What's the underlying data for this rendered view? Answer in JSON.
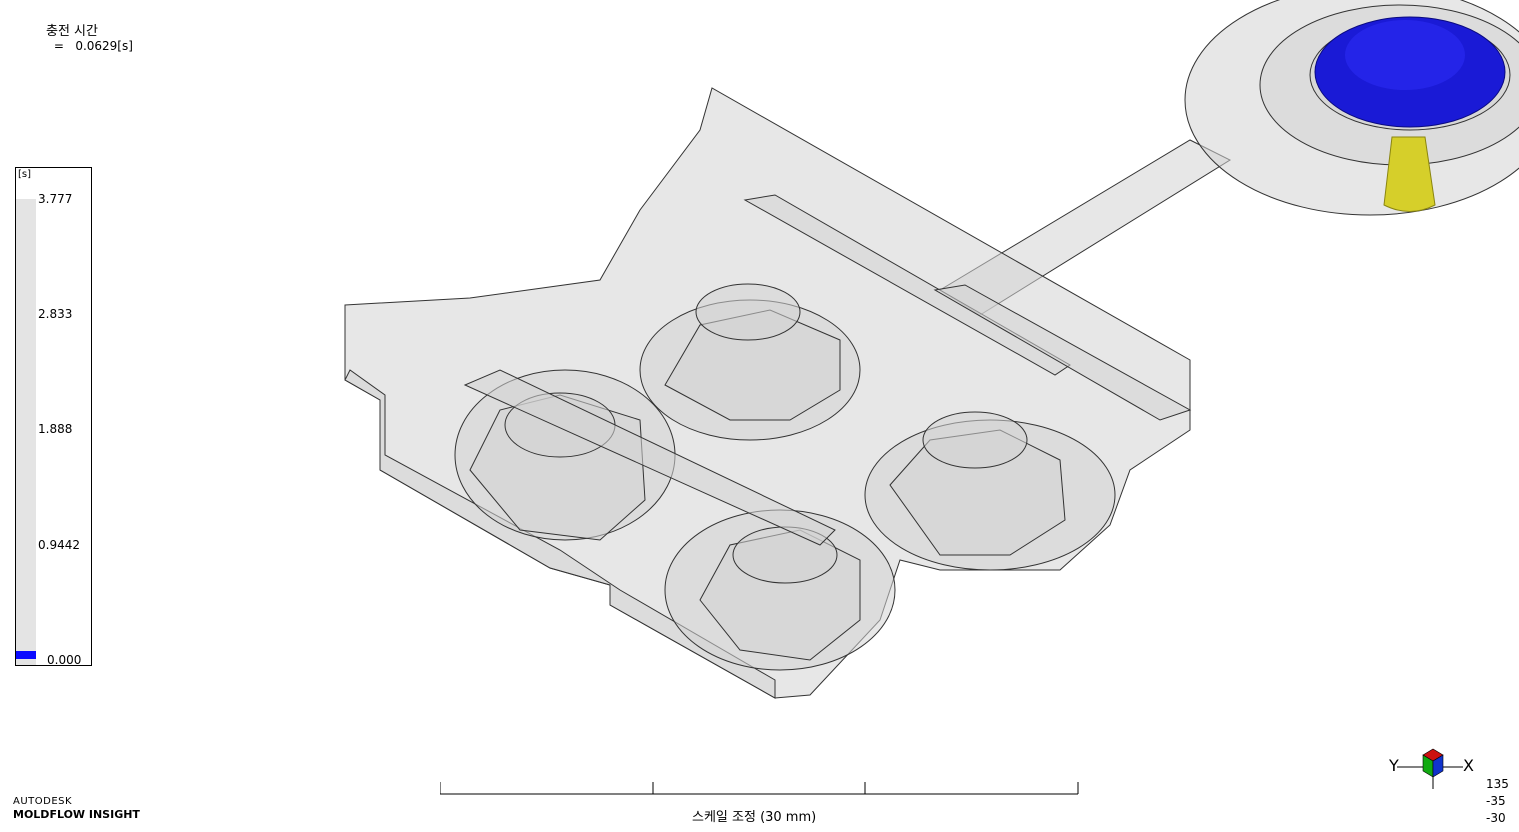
{
  "result": {
    "title": "충전 시간",
    "value": " =   0.0629[s]"
  },
  "legend": {
    "unit": "[s]",
    "ticks": [
      "3.777",
      "2.833",
      "1.888",
      "0.9442",
      "0.000"
    ],
    "fill_fraction": 0.0167,
    "colors": {
      "background": "#e4e4e4",
      "filled": "#0a0aff"
    }
  },
  "scale": {
    "label": "스케일 조정 (30 mm)"
  },
  "brand": {
    "line1": "AUTODESK",
    "line2": "MOLDFLOW INSIGHT"
  },
  "triad": {
    "y_label": "Y",
    "x_label": "X",
    "colors": {
      "top": "#cc1111",
      "left": "#11aa11",
      "right": "#1133cc"
    }
  },
  "rotation": [
    "135",
    "-35",
    "-30"
  ],
  "model": {
    "colors": {
      "part": "#d0d0d0",
      "edge": "#333333",
      "melt": "#1a1ad6",
      "sprue": "#d6cf2a"
    }
  }
}
